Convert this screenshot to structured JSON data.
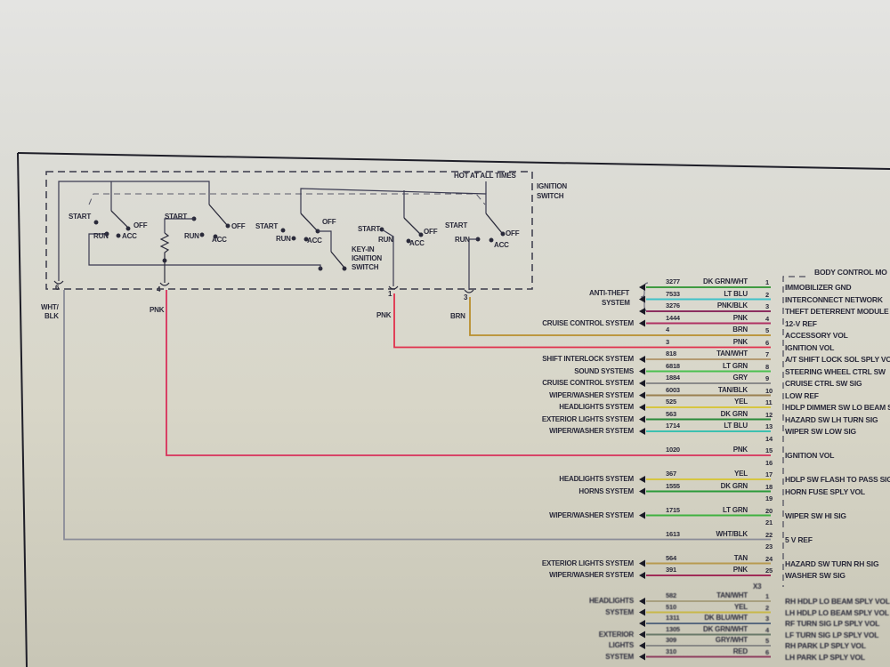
{
  "ignition_switch": {
    "title_line1": "IGNITION",
    "title_line2": "SWITCH",
    "hot_label": "HOT AT ALL TIMES",
    "key_in_line1": "KEY-IN",
    "key_in_line2": "IGNITION",
    "key_in_line3": "SWITCH",
    "positions": {
      "start": "START",
      "run": "RUN",
      "acc": "ACC",
      "off": "OFF"
    },
    "outputs": [
      {
        "pin": "6",
        "color": "WHT/BLK",
        "color_line1": "WHT/",
        "color_line2": "BLK"
      },
      {
        "pin": "4",
        "color": "PNK"
      },
      {
        "pin": "1",
        "color": "PNK"
      },
      {
        "pin": "3",
        "color": "BRN"
      }
    ]
  },
  "module": {
    "title": "BODY CONTROL MO",
    "connector_label": "X3"
  },
  "anti_theft": {
    "line1": "ANTI-THEFT",
    "line2": "SYSTEM"
  },
  "rows": [
    {
      "pin": "1",
      "circuit": "3277",
      "color": "DK GRN/WHT",
      "function": "IMMOBILIZER GND",
      "system": "",
      "hex": "#3f9a40"
    },
    {
      "pin": "2",
      "circuit": "7533",
      "color": "LT BLU",
      "function": "INTERCONNECT NETWORK",
      "system": "",
      "hex": "#40c2c8"
    },
    {
      "pin": "3",
      "circuit": "3276",
      "color": "PNK/BLK",
      "function": "THEFT DETERRENT MODULE",
      "system": "",
      "hex": "#8c2e60"
    },
    {
      "pin": "4",
      "circuit": "1444",
      "color": "PNK",
      "function": "12-V REF",
      "system": "CRUISE CONTROL SYSTEM",
      "hex": "#b03264"
    },
    {
      "pin": "5",
      "circuit": "4",
      "color": "BRN",
      "function": "ACCESSORY VOL",
      "system": "",
      "hex": "#b88e2c"
    },
    {
      "pin": "6",
      "circuit": "3",
      "color": "PNK",
      "function": "IGNITION VOL",
      "system": "",
      "hex": "#e0304c"
    },
    {
      "pin": "7",
      "circuit": "818",
      "color": "TAN/WHT",
      "function": "A/T SHIFT LOCK SOL SPLY VOL",
      "system": "SHIFT INTERLOCK SYSTEM",
      "hex": "#b49a72"
    },
    {
      "pin": "8",
      "circuit": "6818",
      "color": "LT GRN",
      "function": "STEERING WHEEL CTRL SW",
      "system": "SOUND SYSTEMS",
      "hex": "#4cc050"
    },
    {
      "pin": "9",
      "circuit": "1884",
      "color": "GRY",
      "function": "CRUISE CTRL SW SIG",
      "system": "CRUISE CONTROL SYSTEM",
      "hex": "#8a8a8a"
    },
    {
      "pin": "10",
      "circuit": "6003",
      "color": "TAN/BLK",
      "function": "LOW REF",
      "system": "WIPER/WASHER SYSTEM",
      "hex": "#9a8050"
    },
    {
      "pin": "11",
      "circuit": "525",
      "color": "YEL",
      "function": "HDLP DIMMER SW LO BEAM SIG",
      "system": "HEADLIGHTS SYSTEM",
      "hex": "#d6c640"
    },
    {
      "pin": "12",
      "circuit": "563",
      "color": "DK GRN",
      "function": "HAZARD SW LH TURN SIG",
      "system": "EXTERIOR LIGHTS SYSTEM",
      "hex": "#2a8a3a"
    },
    {
      "pin": "13",
      "circuit": "1714",
      "color": "LT BLU",
      "function": "WIPER SW LOW SIG",
      "system": "WIPER/WASHER SYSTEM",
      "hex": "#3cc0b0"
    },
    {
      "pin": "14",
      "circuit": "",
      "color": "",
      "function": "",
      "system": "",
      "hex": ""
    },
    {
      "pin": "15",
      "circuit": "1020",
      "color": "PNK",
      "function": "IGNITION VOL",
      "system": "",
      "hex": "#d8305a"
    },
    {
      "pin": "16",
      "circuit": "",
      "color": "",
      "function": "",
      "system": "",
      "hex": ""
    },
    {
      "pin": "17",
      "circuit": "367",
      "color": "YEL",
      "function": "HDLP SW FLASH TO PASS SIG",
      "system": "HEADLIGHTS SYSTEM",
      "hex": "#d6c640"
    },
    {
      "pin": "18",
      "circuit": "1555",
      "color": "DK GRN",
      "function": "HORN FUSE SPLY VOL",
      "system": "HORNS SYSTEM",
      "hex": "#2a9a3a"
    },
    {
      "pin": "19",
      "circuit": "",
      "color": "",
      "function": "",
      "system": "",
      "hex": ""
    },
    {
      "pin": "20",
      "circuit": "1715",
      "color": "LT GRN",
      "function": "WIPER SW HI SIG",
      "system": "WIPER/WASHER SYSTEM",
      "hex": "#40b040"
    },
    {
      "pin": "21",
      "circuit": "",
      "color": "",
      "function": "",
      "system": "",
      "hex": ""
    },
    {
      "pin": "22",
      "circuit": "1613",
      "color": "WHT/BLK",
      "function": "5 V REF",
      "system": "",
      "hex": "#8a8c98"
    },
    {
      "pin": "23",
      "circuit": "",
      "color": "",
      "function": "",
      "system": "",
      "hex": ""
    },
    {
      "pin": "24",
      "circuit": "564",
      "color": "TAN",
      "function": "HAZARD SW TURN RH SIG",
      "system": "EXTERIOR LIGHTS SYSTEM",
      "hex": "#b89a50"
    },
    {
      "pin": "25",
      "circuit": "391",
      "color": "PNK",
      "function": "WASHER SW SIG",
      "system": "WIPER/WASHER SYSTEM",
      "hex": "#a02c58"
    }
  ],
  "rows2": [
    {
      "pin": "1",
      "circuit": "582",
      "color": "TAN/WHT",
      "function": "RH HDLP LO BEAM SPLY VOL",
      "system": "HEADLIGHTS",
      "hex": "#a8a080"
    },
    {
      "pin": "2",
      "circuit": "510",
      "color": "YEL",
      "function": "LH HDLP LO BEAM SPLY VOL",
      "system": "SYSTEM",
      "hex": "#c8b84a"
    },
    {
      "pin": "3",
      "circuit": "1311",
      "color": "DK BLU/WHT",
      "function": "RF TURN SIG LP SPLY VOL",
      "system": "",
      "hex": "#5a6a80"
    },
    {
      "pin": "4",
      "circuit": "1305",
      "color": "DK GRN/WHT",
      "function": "LF TURN SIG LP SPLY VOL",
      "system": "EXTERIOR",
      "hex": "#6a7a6a"
    },
    {
      "pin": "5",
      "circuit": "309",
      "color": "GRY/WHT",
      "function": "RH PARK LP SPLY VOL",
      "system": "LIGHTS",
      "hex": "#8a8a88"
    },
    {
      "pin": "6",
      "circuit": "310",
      "color": "RED",
      "function": "LH PARK LP SPLY VOL",
      "system": "SYSTEM",
      "hex": "#904060"
    }
  ]
}
